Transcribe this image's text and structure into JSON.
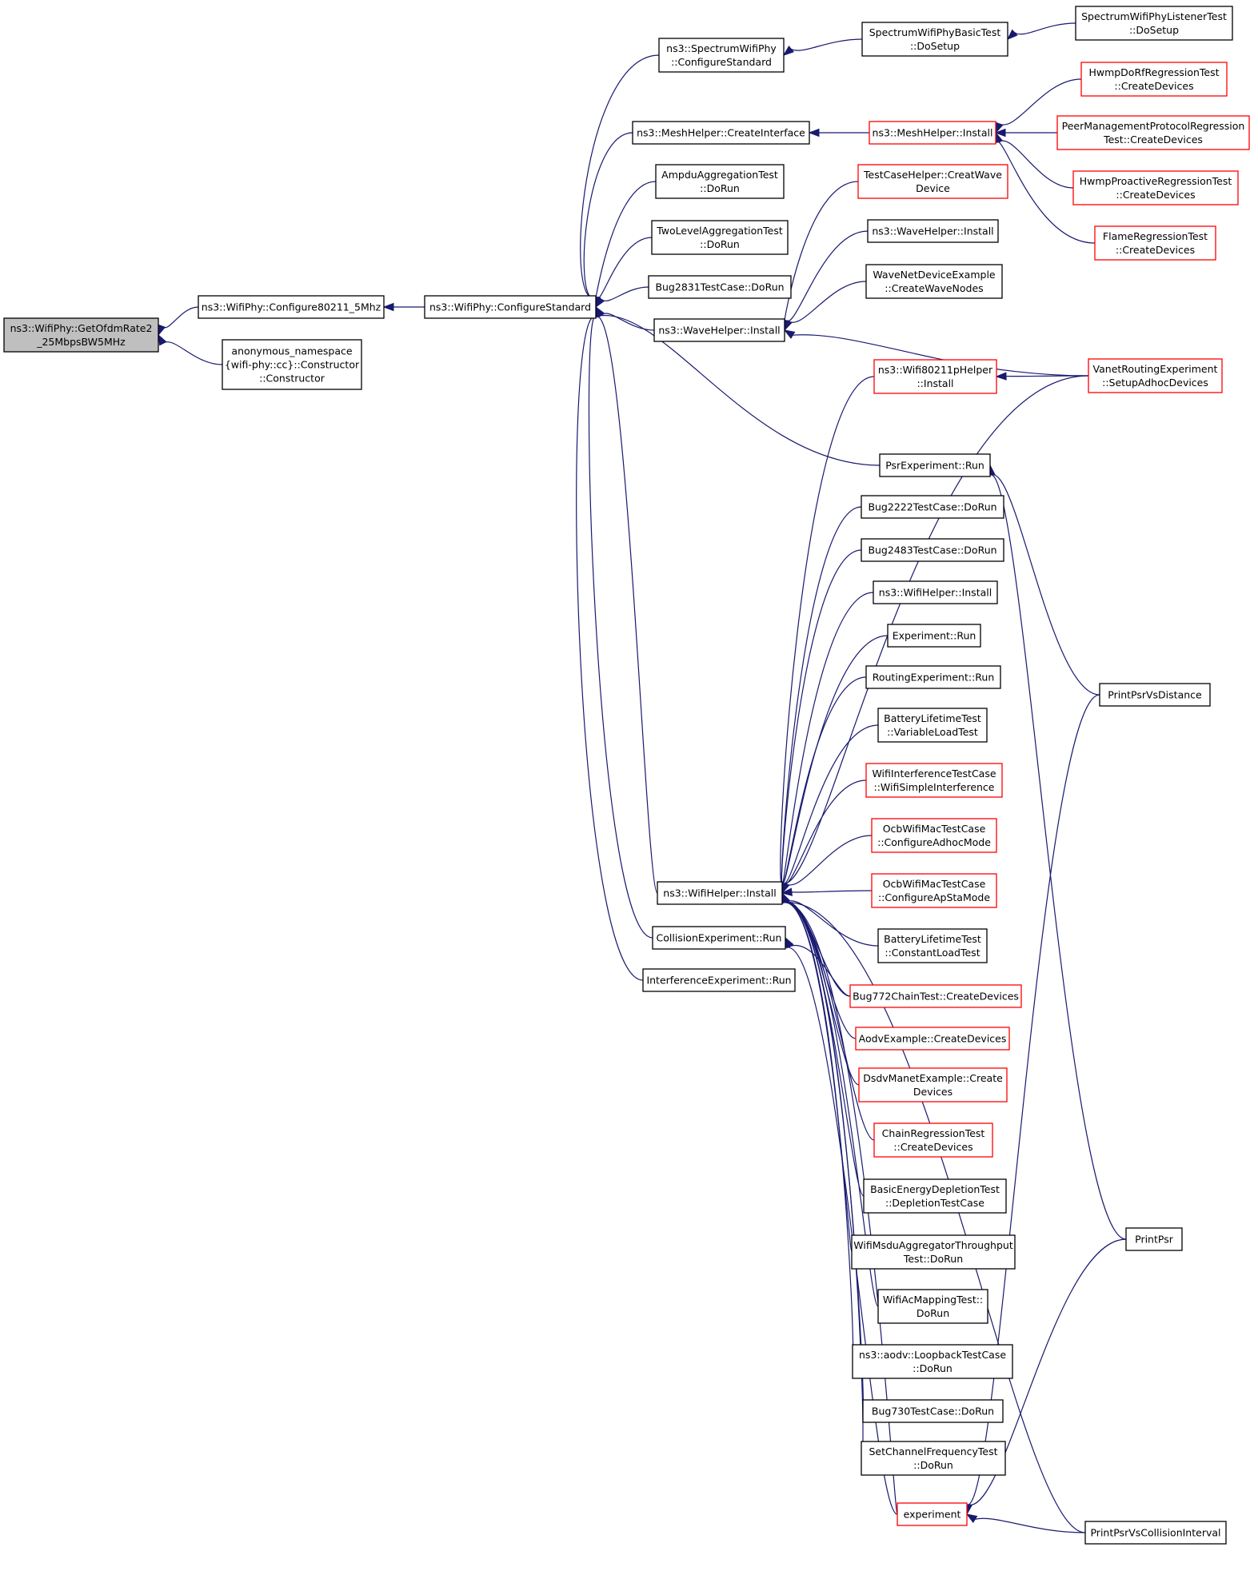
{
  "colors": {
    "edge": "#191970",
    "border_normal": "#000000",
    "border_truncated": "#ff0000",
    "root_fill": "#bfbfbf",
    "node_fill": "#ffffff"
  },
  "nodes": [
    {
      "id": "root",
      "lines": [
        "ns3::WifiPhy::GetOfdmRate2",
        "_25MbpsBW5MHz"
      ],
      "style": "root"
    },
    {
      "id": "cfg5",
      "lines": [
        "ns3::WifiPhy::Configure80211_5Mhz"
      ],
      "style": "normal"
    },
    {
      "id": "anon",
      "lines": [
        "anonymous_namespace",
        "{wifi-phy::cc}::Constructor",
        "::Constructor"
      ],
      "style": "normal"
    },
    {
      "id": "cfgstd",
      "lines": [
        "ns3::WifiPhy::ConfigureStandard"
      ],
      "style": "normal"
    },
    {
      "id": "spec",
      "lines": [
        "ns3::SpectrumWifiPhy",
        "::ConfigureStandard"
      ],
      "style": "normal"
    },
    {
      "id": "meshci",
      "lines": [
        "ns3::MeshHelper::CreateInterface"
      ],
      "style": "normal"
    },
    {
      "id": "ampdu",
      "lines": [
        "AmpduAggregationTest",
        "::DoRun"
      ],
      "style": "normal"
    },
    {
      "id": "twolevel",
      "lines": [
        "TwoLevelAggregationTest",
        "::DoRun"
      ],
      "style": "normal"
    },
    {
      "id": "bug2831",
      "lines": [
        "Bug2831TestCase::DoRun"
      ],
      "style": "normal"
    },
    {
      "id": "wavehi",
      "lines": [
        "ns3::WaveHelper::Install"
      ],
      "style": "normal"
    },
    {
      "id": "wifihi",
      "lines": [
        "ns3::WifiHelper::Install"
      ],
      "style": "normal"
    },
    {
      "id": "collexp",
      "lines": [
        "CollisionExperiment::Run"
      ],
      "style": "normal"
    },
    {
      "id": "interfexp",
      "lines": [
        "InterferenceExperiment::Run"
      ],
      "style": "normal"
    },
    {
      "id": "specbasic",
      "lines": [
        "SpectrumWifiPhyBasicTest",
        "::DoSetup"
      ],
      "style": "normal"
    },
    {
      "id": "meshinst",
      "lines": [
        "ns3::MeshHelper::Install"
      ],
      "style": "trunc"
    },
    {
      "id": "tchelper",
      "lines": [
        "TestCaseHelper::CreatWave",
        "Device"
      ],
      "style": "trunc"
    },
    {
      "id": "wavehi2",
      "lines": [
        "ns3::WaveHelper::Install"
      ],
      "style": "normal"
    },
    {
      "id": "wavenet",
      "lines": [
        "WaveNetDeviceExample",
        "::CreateWaveNodes"
      ],
      "style": "normal"
    },
    {
      "id": "wifi80211p",
      "lines": [
        "ns3::Wifi80211pHelper",
        "::Install"
      ],
      "style": "trunc"
    },
    {
      "id": "psrexp",
      "lines": [
        "PsrExperiment::Run"
      ],
      "style": "normal"
    },
    {
      "id": "bug2222",
      "lines": [
        "Bug2222TestCase::DoRun"
      ],
      "style": "normal"
    },
    {
      "id": "bug2483",
      "lines": [
        "Bug2483TestCase::DoRun"
      ],
      "style": "normal"
    },
    {
      "id": "wifihi2",
      "lines": [
        "ns3::WifiHelper::Install"
      ],
      "style": "normal"
    },
    {
      "id": "exprun",
      "lines": [
        "Experiment::Run"
      ],
      "style": "normal"
    },
    {
      "id": "routexp",
      "lines": [
        "RoutingExperiment::Run"
      ],
      "style": "normal"
    },
    {
      "id": "battvar",
      "lines": [
        "BatteryLifetimeTest",
        "::VariableLoadTest"
      ],
      "style": "normal"
    },
    {
      "id": "wifiinterf",
      "lines": [
        "WifiInterferenceTestCase",
        "::WifiSimpleInterference"
      ],
      "style": "trunc"
    },
    {
      "id": "ocbadhoc",
      "lines": [
        "OcbWifiMacTestCase",
        "::ConfigureAdhocMode"
      ],
      "style": "trunc"
    },
    {
      "id": "ocbapsta",
      "lines": [
        "OcbWifiMacTestCase",
        "::ConfigureApStaMode"
      ],
      "style": "trunc"
    },
    {
      "id": "battconst",
      "lines": [
        "BatteryLifetimeTest",
        "::ConstantLoadTest"
      ],
      "style": "normal"
    },
    {
      "id": "bug772",
      "lines": [
        "Bug772ChainTest::CreateDevices"
      ],
      "style": "trunc"
    },
    {
      "id": "aodvex",
      "lines": [
        "AodvExample::CreateDevices"
      ],
      "style": "trunc"
    },
    {
      "id": "dsdv",
      "lines": [
        "DsdvManetExample::Create",
        "Devices"
      ],
      "style": "trunc"
    },
    {
      "id": "chainreg",
      "lines": [
        "ChainRegressionTest",
        "::CreateDevices"
      ],
      "style": "trunc"
    },
    {
      "id": "basicenergy",
      "lines": [
        "BasicEnergyDepletionTest",
        "::DepletionTestCase"
      ],
      "style": "normal"
    },
    {
      "id": "msdu",
      "lines": [
        "WifiMsduAggregatorThroughput",
        "Test::DoRun"
      ],
      "style": "normal"
    },
    {
      "id": "acmap",
      "lines": [
        "WifiAcMappingTest::",
        "DoRun"
      ],
      "style": "normal"
    },
    {
      "id": "aodvloop",
      "lines": [
        "ns3::aodv::LoopbackTestCase",
        "::DoRun"
      ],
      "style": "normal"
    },
    {
      "id": "bug730",
      "lines": [
        "Bug730TestCase::DoRun"
      ],
      "style": "normal"
    },
    {
      "id": "setchan",
      "lines": [
        "SetChannelFrequencyTest",
        "::DoRun"
      ],
      "style": "normal"
    },
    {
      "id": "experiment",
      "lines": [
        "experiment"
      ],
      "style": "trunc"
    },
    {
      "id": "speclisten",
      "lines": [
        "SpectrumWifiPhyListenerTest",
        "::DoSetup"
      ],
      "style": "normal"
    },
    {
      "id": "hwmpdorf",
      "lines": [
        "HwmpDoRfRegressionTest",
        "::CreateDevices"
      ],
      "style": "trunc"
    },
    {
      "id": "peermgmt",
      "lines": [
        "PeerManagementProtocolRegression",
        "Test::CreateDevices"
      ],
      "style": "trunc"
    },
    {
      "id": "hwmpproact",
      "lines": [
        "HwmpProactiveRegressionTest",
        "::CreateDevices"
      ],
      "style": "trunc"
    },
    {
      "id": "flame",
      "lines": [
        "FlameRegressionTest",
        "::CreateDevices"
      ],
      "style": "trunc"
    },
    {
      "id": "vanet",
      "lines": [
        "VanetRoutingExperiment",
        "::SetupAdhocDevices"
      ],
      "style": "trunc"
    },
    {
      "id": "printpsrdist",
      "lines": [
        "PrintPsrVsDistance"
      ],
      "style": "normal"
    },
    {
      "id": "printpsr",
      "lines": [
        "PrintPsr"
      ],
      "style": "normal"
    },
    {
      "id": "printpsrcoll",
      "lines": [
        "PrintPsrVsCollisionInterval"
      ],
      "style": "normal"
    }
  ]
}
